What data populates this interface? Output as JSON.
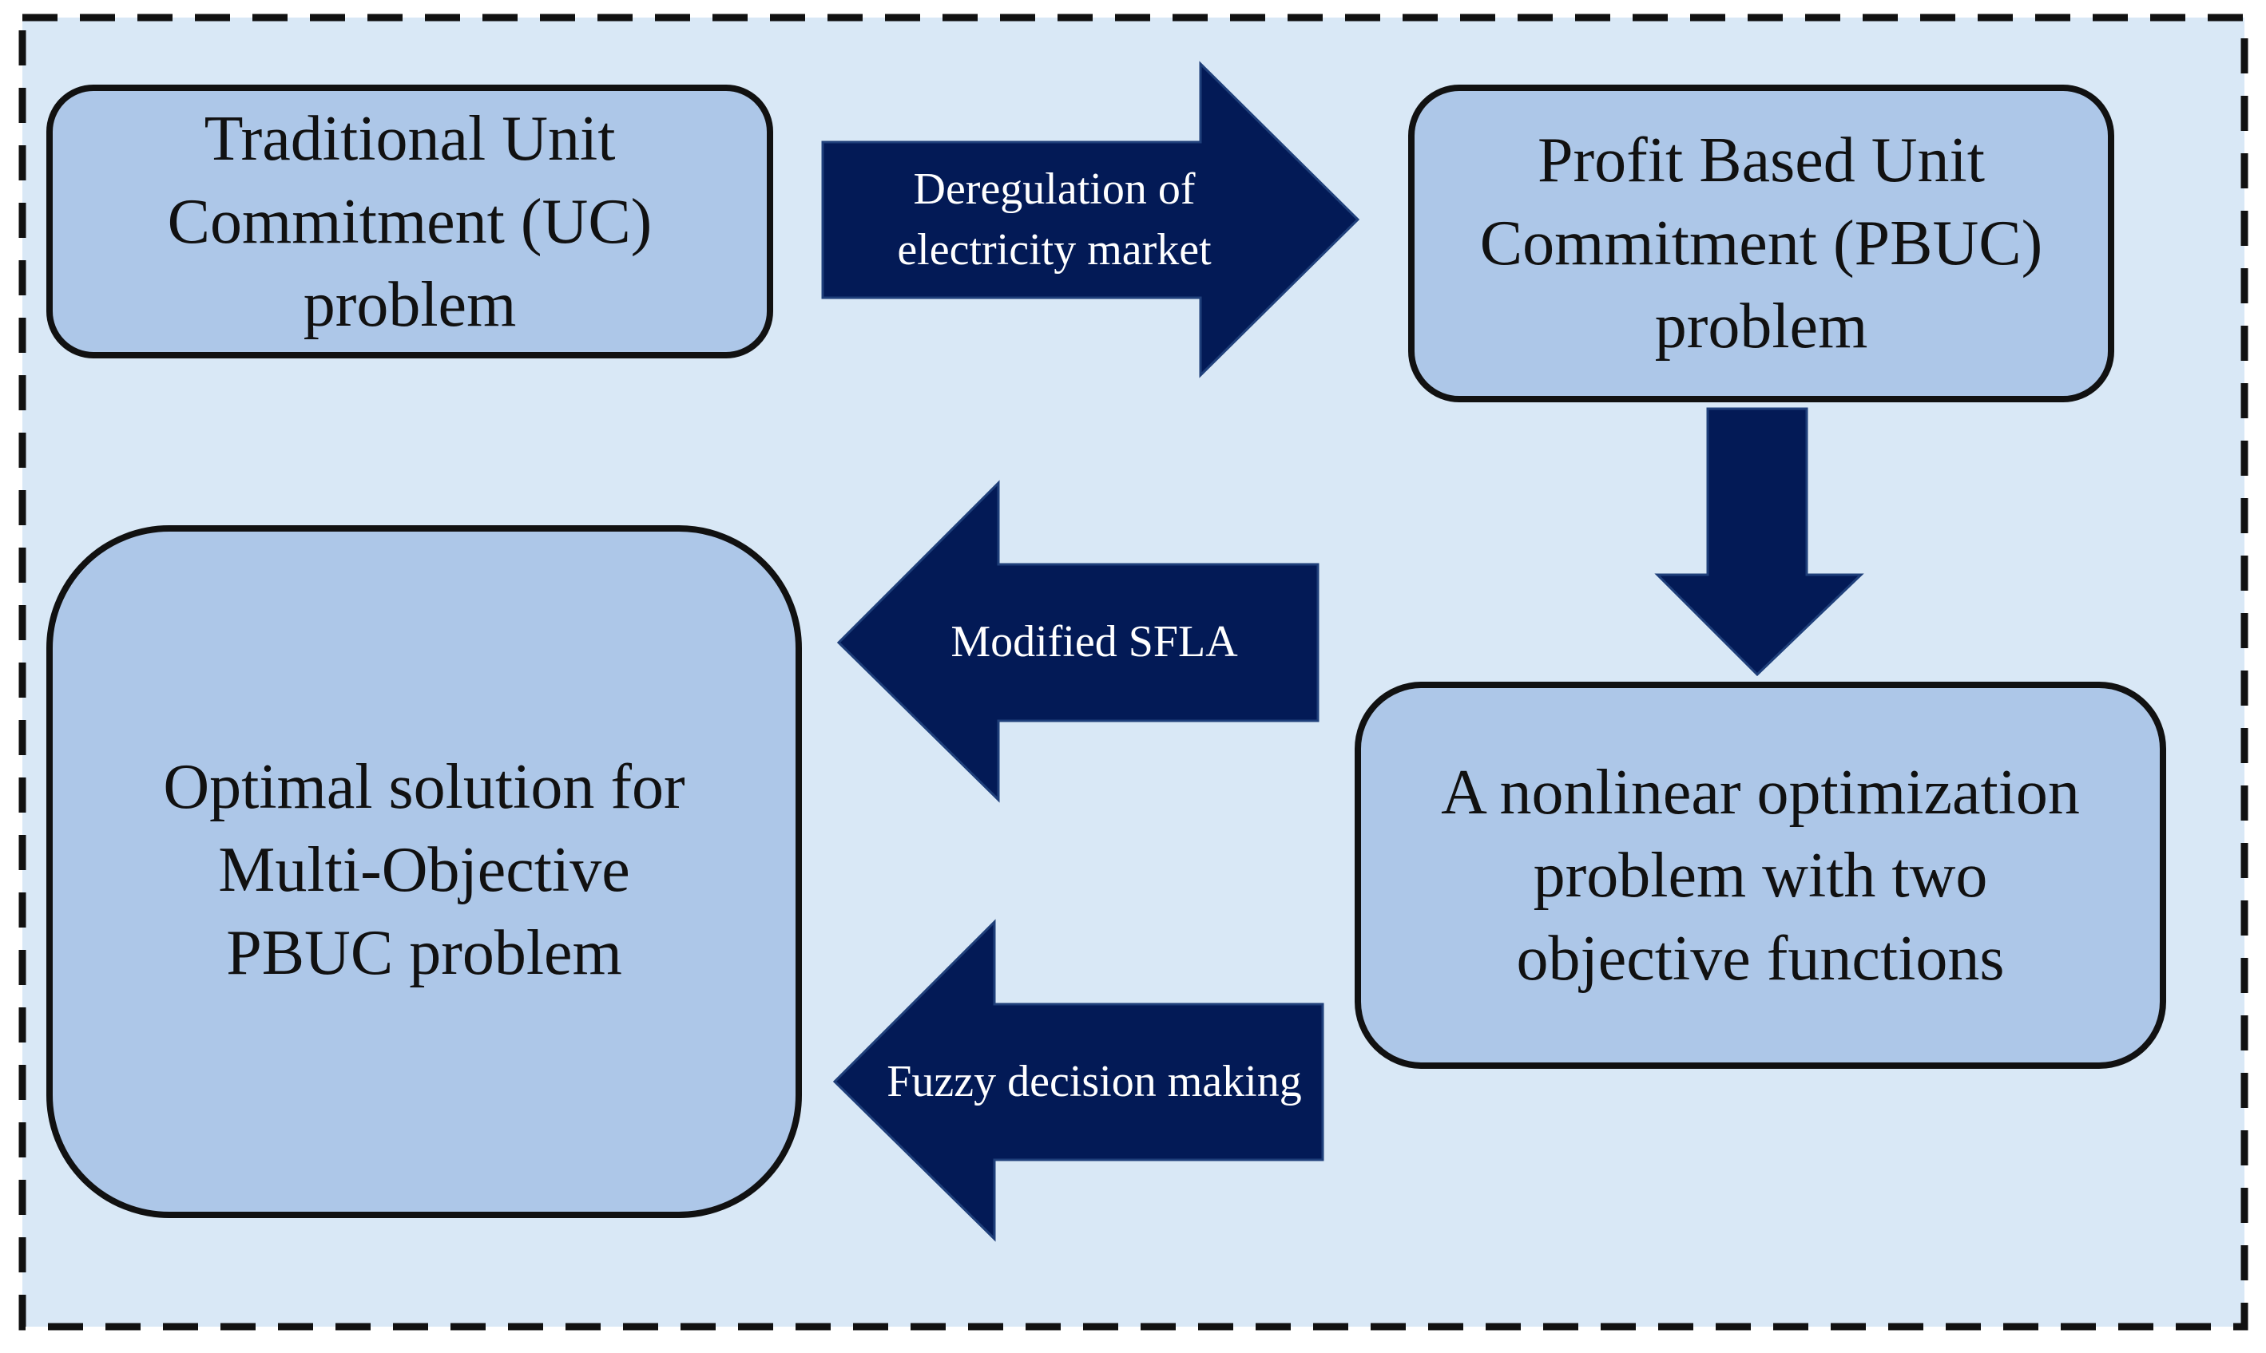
{
  "colors": {
    "background": "#d9e8f6",
    "box_fill": "#adc7e8",
    "box_stroke": "#111111",
    "arrow_fill": "#031a56",
    "frame_stroke": "#111111"
  },
  "boxes": {
    "traditional_uc": {
      "lines": [
        "Traditional Unit",
        "Commitment (UC)",
        "problem"
      ]
    },
    "pbuc": {
      "lines": [
        "Profit Based Unit",
        "Commitment (PBUC)",
        "problem"
      ]
    },
    "nonlinear": {
      "lines": [
        "A nonlinear optimization",
        "problem with two",
        "objective functions"
      ]
    },
    "optimal": {
      "lines": [
        "Optimal solution for",
        "Multi-Objective",
        "PBUC problem"
      ]
    }
  },
  "arrows": {
    "deregulation": {
      "lines": [
        "Deregulation of",
        "electricity market"
      ]
    },
    "sfla": {
      "lines": [
        "Modified SFLA"
      ]
    },
    "fuzzy": {
      "lines": [
        "Fuzzy decision making"
      ]
    },
    "down": {
      "lines": []
    }
  }
}
